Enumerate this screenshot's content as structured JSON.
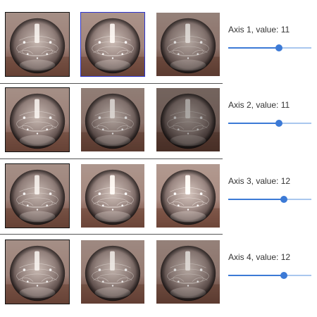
{
  "colors": {
    "accent": "#3c7ad6",
    "track": "#a9c7ee",
    "selected_border": "#2b33c9",
    "divider": "#555555"
  },
  "rows": [
    {
      "label": "Axis 1, value: 11",
      "slider": {
        "min": 0,
        "max": 18,
        "value": 11
      },
      "thumbs": [
        {
          "kind": "base",
          "brightness": 1.0,
          "selected": false
        },
        {
          "kind": "variant",
          "brightness": 1.03,
          "selected": true
        },
        {
          "kind": "variant",
          "brightness": 0.9,
          "selected": false
        }
      ]
    },
    {
      "label": "Axis 2, value: 11",
      "slider": {
        "min": 0,
        "max": 18,
        "value": 11
      },
      "thumbs": [
        {
          "kind": "base",
          "brightness": 1.0,
          "selected": false
        },
        {
          "kind": "variant",
          "brightness": 0.88,
          "selected": false
        },
        {
          "kind": "variant",
          "brightness": 0.7,
          "selected": false
        }
      ]
    },
    {
      "label": "Axis 3, value: 12",
      "slider": {
        "min": 0,
        "max": 18,
        "value": 12
      },
      "thumbs": [
        {
          "kind": "base",
          "brightness": 1.0,
          "selected": false
        },
        {
          "kind": "variant",
          "brightness": 1.05,
          "selected": false
        },
        {
          "kind": "variant",
          "brightness": 1.08,
          "selected": false
        }
      ]
    },
    {
      "label": "Axis 4, value: 12",
      "slider": {
        "min": 0,
        "max": 18,
        "value": 12
      },
      "thumbs": [
        {
          "kind": "base",
          "brightness": 1.0,
          "selected": false
        },
        {
          "kind": "variant",
          "brightness": 0.96,
          "selected": false
        },
        {
          "kind": "variant",
          "brightness": 0.9,
          "selected": false
        }
      ]
    }
  ]
}
